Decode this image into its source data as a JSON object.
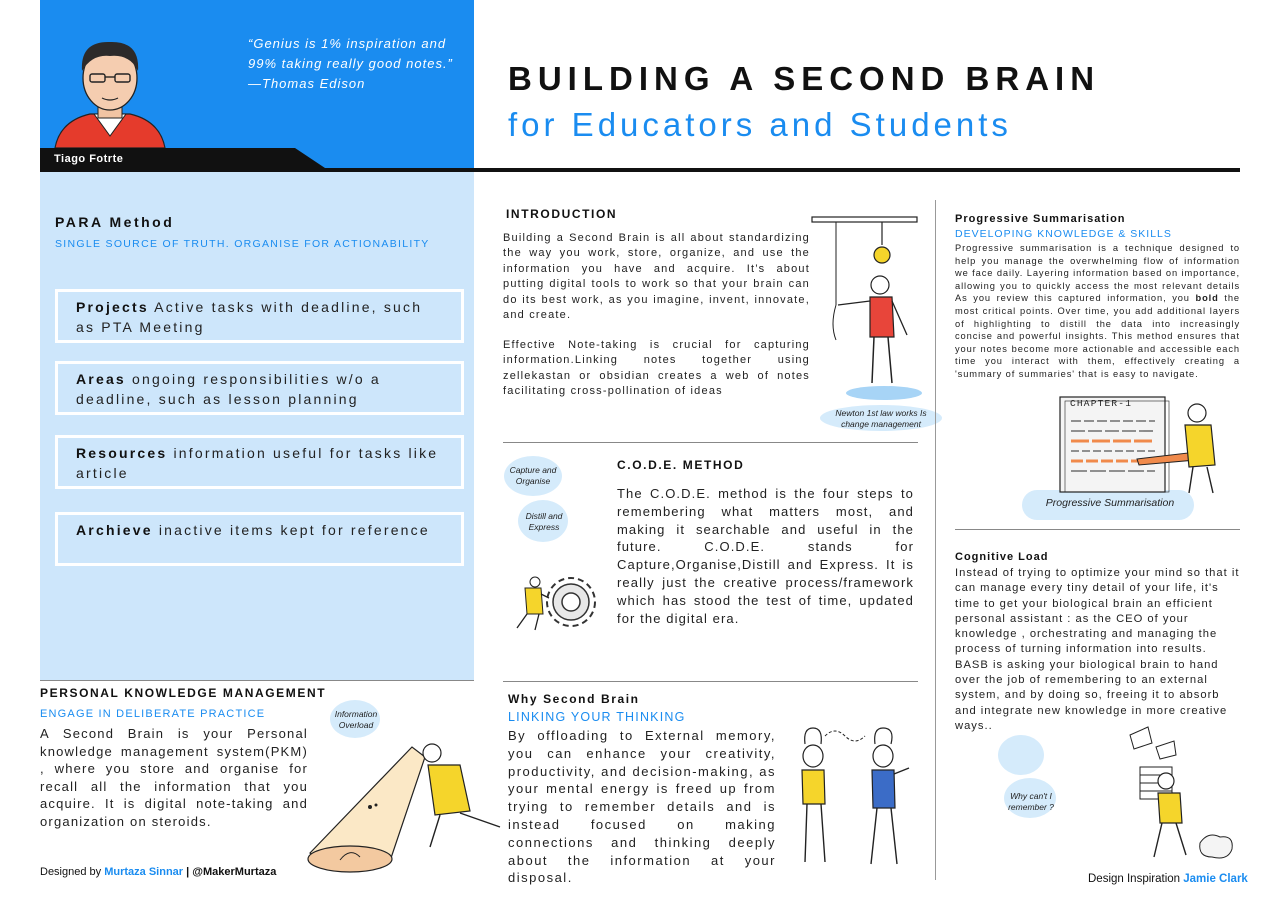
{
  "header": {
    "quote": "“Genius is 1% inspiration and 99% taking really good notes.” —Thomas Edison",
    "author_name": "Tiago Fotrte",
    "title": "BUILDING A SECOND BRAIN",
    "subtitle": "for Educators and Students"
  },
  "para": {
    "heading": "PARA Method",
    "subheading": "SINGLE SOURCE OF TRUTH. ORGANISE FOR ACTIONABILITY",
    "items": [
      {
        "term": "Projects",
        "desc": " Active tasks with deadline, such as PTA Meeting"
      },
      {
        "term": "Areas",
        "desc": " ongoing responsibilities w/o a deadline, such as lesson planning"
      },
      {
        "term": "Resources",
        "desc": " information useful for tasks like article"
      },
      {
        "term": "Archieve",
        "desc": " inactive items kept for reference"
      }
    ]
  },
  "pkm": {
    "heading": "PERSONAL KNOWLEDGE MANAGEMENT",
    "subheading": "ENGAGE IN DELIBERATE PRACTICE",
    "body": "A Second Brain is your Personal knowledge management system(PKM) , where you store and organise for recall all the information that you acquire. It is digital note-taking and organization on steroids.",
    "bubble": "Information Overload"
  },
  "credit": {
    "prefix": "Designed by ",
    "designer": "Murtaza Sinnar",
    "separator": " | ",
    "handle": "@MakerMurtaza"
  },
  "intro": {
    "heading": "INTRODUCTION",
    "p1": "Building a Second Brain is all about standardizing the way you work, store, organize, and use the information you have and acquire. It’s about putting digital tools to work so that your brain can do its best work, as you imagine, invent, innovate, and create.",
    "p2": "Effective Note-taking is crucial for capturing information.Linking notes together using zellekastan or obsidian creates a web of notes facilitating cross-pollination of ideas",
    "bubble": "Newton 1st law works Is change management"
  },
  "code": {
    "heading": "C.O.D.E. METHOD",
    "body": "The C.O.D.E. method is the four steps to remembering what matters most, and making it searchable and useful in the future. C.O.D.E. stands for Capture,Organise,Distill and Express. It is really just the creative process/framework which has stood the test of time, updated for the digital era.",
    "bubble1": "Capture and Organise",
    "bubble2": "Distill and Express"
  },
  "why": {
    "heading": "Why Second Brain",
    "subheading": "LINKING YOUR THINKING",
    "body": "By offloading to External memory, you can enhance your creativity, productivity, and decision-making, as your mental energy is freed up from trying to remember details and is instead focused on making connections and thinking deeply about the information at your disposal."
  },
  "progressive": {
    "heading": "Progressive Summarisation",
    "subheading": "DEVELOPING KNOWLEDGE & SKILLS",
    "body_a": "Progressive summarisation is a technique designed to help you manage the overwhelming flow of information we face daily. Layering information based on importance, allowing you to quickly access the most relevant details As you review this captured information, you ",
    "body_bold": "bold",
    "body_b": " the most critical points. Over time, you add additional layers of highlighting to distill the data into increasingly concise and powerful insights. This method ensures that your notes become more actionable and accessible each time you interact with them, effectively creating a 'summary of summaries' that is easy to navigate.",
    "chapter_label": "CHAPTER-1",
    "caption": "Progressive Summarisation"
  },
  "cognitive": {
    "heading": "Cognitive Load",
    "body": "Instead of trying to optimize your mind so that it can manage every tiny detail of your life, it's time to get your biological brain an efficient personal assistant : as the CEO of your knowledge , orchestrating and managing the process of turning information into results. BASB is asking your biological brain to hand over the job of remembering to an external system, and by doing so, freeing it to absorb and integrate new knowledge in more creative ways..",
    "bubble": "Why can't I remember ?"
  },
  "inspiration": {
    "prefix": "Design Inspiration ",
    "name": "Jamie Clark"
  },
  "colors": {
    "accent": "#1a8cf0",
    "light_blue": "#cde6fb",
    "dark": "#111111"
  }
}
